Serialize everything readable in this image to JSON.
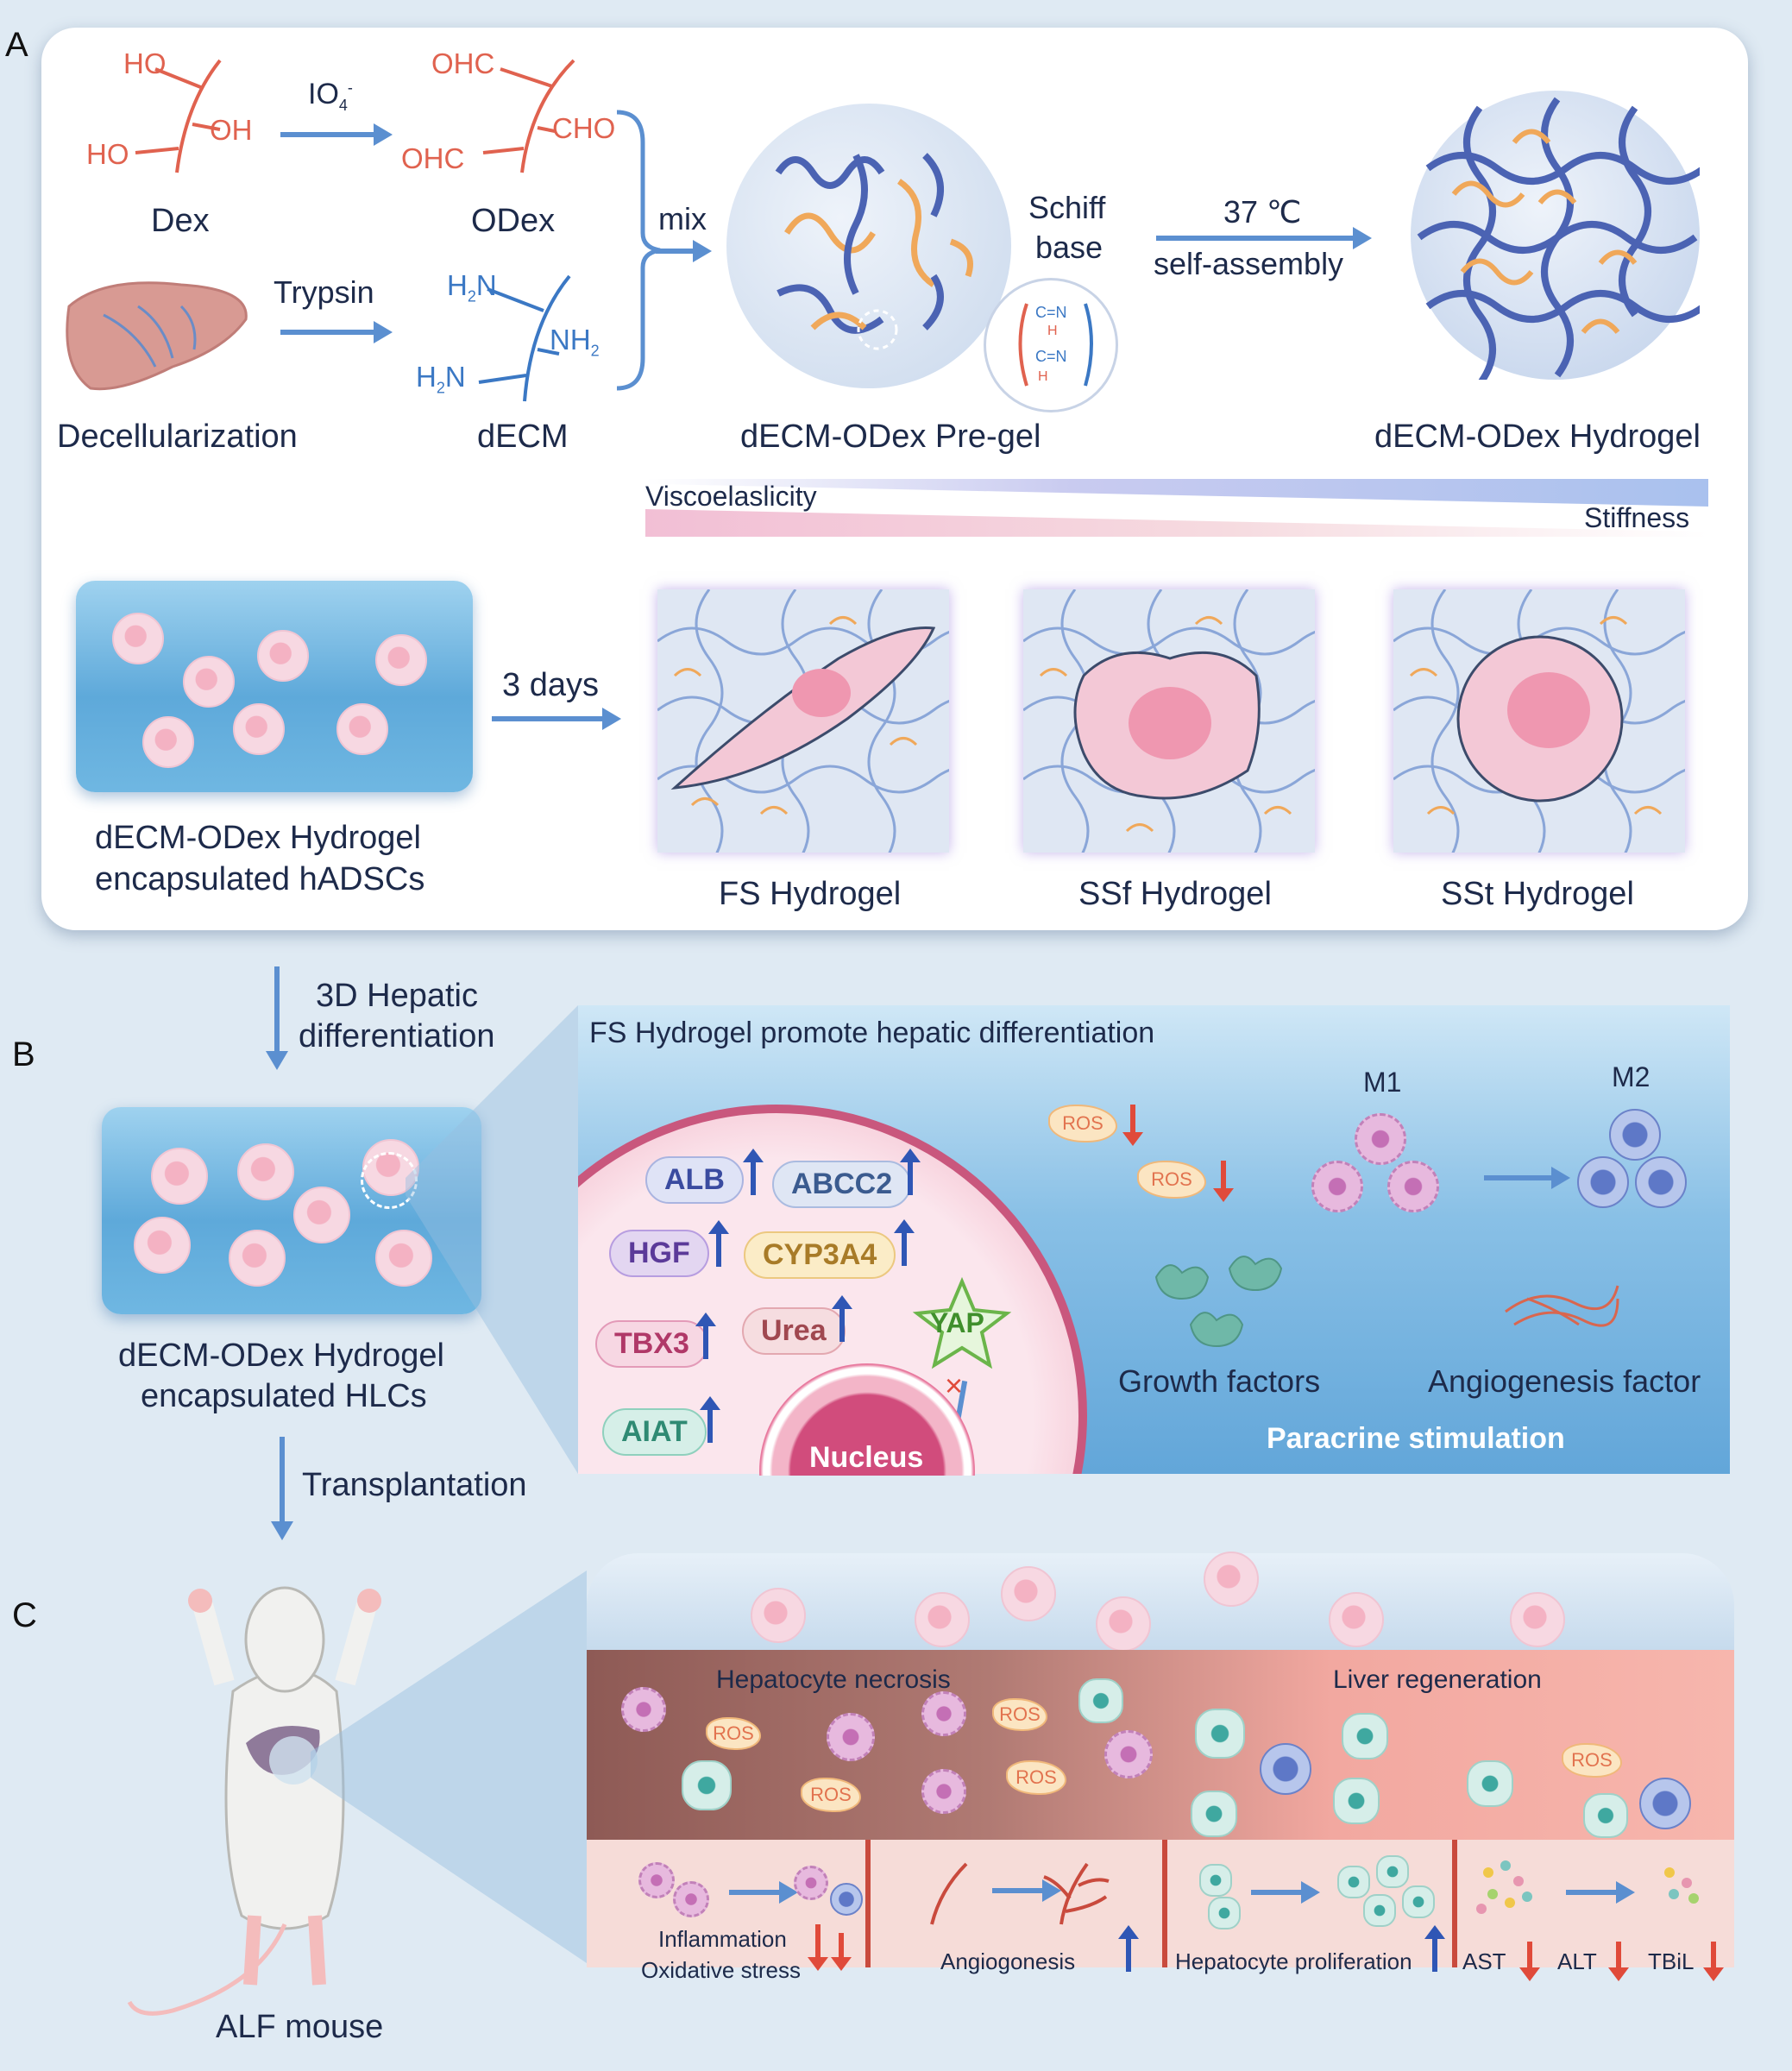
{
  "panel_labels": {
    "a": "A",
    "b": "B",
    "c": "C"
  },
  "panelA": {
    "dex": {
      "ho_top": "HO",
      "oh_right": "OH",
      "ho_left": "HO",
      "name": "Dex"
    },
    "periodate": {
      "base": "IO",
      "sub": "4",
      "sup": "-"
    },
    "odex": {
      "ohc_top": "OHC",
      "cho_right": "CHO",
      "ohc_left": "OHC",
      "name": "ODex"
    },
    "liver": {
      "name": "Decellularization"
    },
    "trypsin": "Trypsin",
    "decm": {
      "h2n_top": "H",
      "h2n_top_sub": "2",
      "h2n_top_end": "N",
      "nh2_right": "NH",
      "nh2_right_sub": "2",
      "h2n_left": "H",
      "h2n_left_sub": "2",
      "h2n_left_end": "N",
      "name": "dECM"
    },
    "mix": "mix",
    "pregel": "dECM-ODex Pre-gel",
    "schiff_line1": "Schiff",
    "schiff_line2": "base",
    "schiff_bond1": "C=N",
    "schiff_bond2": "C=N",
    "schiff_h1": "H",
    "schiff_h2": "H",
    "temp": "37 ℃",
    "selfassembly": "self-assembly",
    "hydrogel": "dECM-ODex Hydrogel",
    "viscoelasticity": "Viscoelaslicity",
    "stiffness": "Stiffness",
    "encaps_line1": "dECM-ODex Hydrogel",
    "encaps_line2": "encapsulated hADSCs",
    "days": "3 days",
    "fs": "FS Hydrogel",
    "ssf": "SSf Hydrogel",
    "sst": "SSt Hydrogel"
  },
  "panelB": {
    "step1_line1": "3D Hepatic",
    "step1_line2": "differentiation",
    "hlc_line1": "dECM-ODex Hydrogel",
    "hlc_line2": "encapsulated HLCs",
    "step2": "Transplantation",
    "title": "FS Hydrogel promote hepatic differentiation",
    "markers": {
      "alb": "ALB",
      "abcc2": "ABCC2",
      "hgf": "HGF",
      "cyp": "CYP3A4",
      "tbx3": "TBX3",
      "urea": "Urea",
      "aiat": "AIAT",
      "yap": "YAP"
    },
    "nucleus": "Nucleus",
    "ros": "ROS",
    "m1": "M1",
    "m2": "M2",
    "growth": "Growth factors",
    "angio": "Angiogenesis factor",
    "paracrine": "Paracrine stimulation"
  },
  "panelC": {
    "mouse": "ALF mouse",
    "necrosis": "Hepatocyte necrosis",
    "regeneration": "Liver regeneration",
    "ros": "ROS",
    "infl_line1": "Inflammation",
    "infl_line2": "Oxidative stress",
    "angiogenesis": "Angiogonesis",
    "prolif": "Hepatocyte proliferation",
    "ast": "AST",
    "alt": "ALT",
    "tbil": "TBiL"
  }
}
